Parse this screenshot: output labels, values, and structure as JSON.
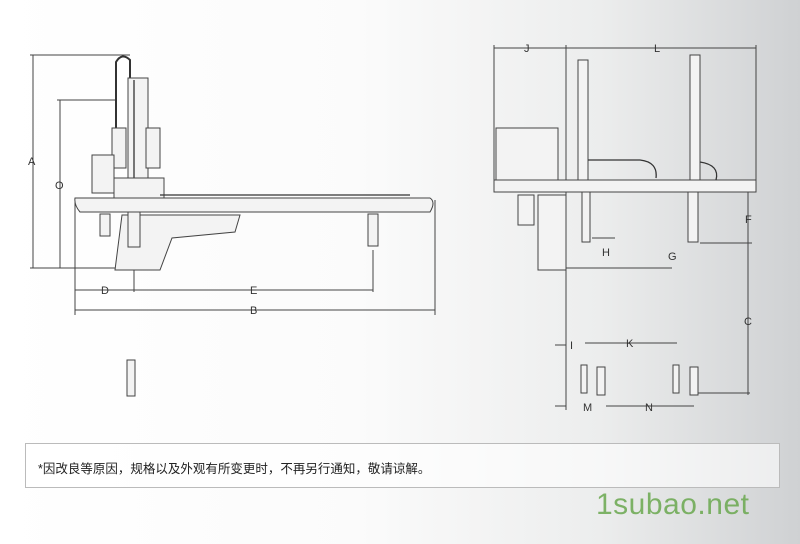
{
  "side_view": {
    "dimension_labels": {
      "A": "A",
      "O": "O",
      "D": "D",
      "E": "E",
      "B": "B"
    }
  },
  "front_view": {
    "dimension_labels": {
      "J": "J",
      "L": "L",
      "F": "F",
      "H": "H",
      "G": "G",
      "C": "C",
      "I": "I",
      "K": "K",
      "M": "M",
      "N": "N"
    }
  },
  "note": {
    "text": "*因改良等原因，规格以及外观有所变更时，不再另行通知，敬请谅解。"
  },
  "watermark": "1subao.net"
}
